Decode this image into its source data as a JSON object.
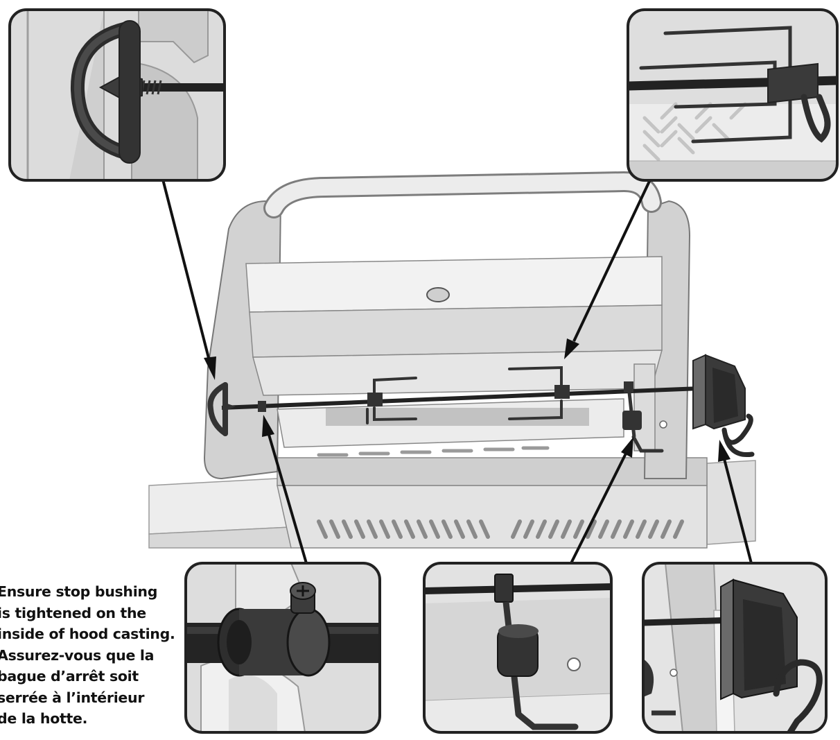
{
  "note": {
    "lines_en": [
      "Ensure stop bushing",
      "is tightened on the",
      "inside of hood casting."
    ],
    "lines_fr": [
      "Assurez-vous que la",
      "bague d’arrêt soit",
      "serrée à l’intérieur",
      "de la hotte."
    ]
  },
  "colors": {
    "metal_light": "#e6e6e6",
    "metal_mid": "#c9c9c9",
    "part_dark": "#3a3a3a",
    "outline": "#2a2a2a"
  },
  "callouts": [
    {
      "name": "spit-end-handle"
    },
    {
      "name": "meat-fork"
    },
    {
      "name": "stop-bushing"
    },
    {
      "name": "counterweight"
    },
    {
      "name": "rotisserie-motor"
    }
  ]
}
